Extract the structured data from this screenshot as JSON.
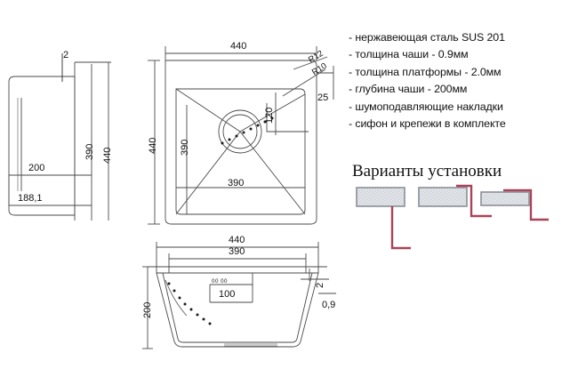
{
  "document": {
    "kind": "technical-drawing",
    "subject": "kitchen-sink",
    "colors": {
      "line": "#4a4a4a",
      "text": "#111111",
      "accent_red": "#a8445a",
      "hatch_border": "#8a8f96",
      "hatch_fill": "#e8ebee"
    }
  },
  "specs": {
    "items": [
      "- нержавеющая сталь SUS 201",
      "- толщина чаши - 0.9мм",
      "- толщина платформы - 2.0мм",
      "- глубина чаши - 200мм",
      "- шумоподавляющие накладки",
      "- сифон и крепежи в комплекте"
    ]
  },
  "variants": {
    "title": "Варианты установки",
    "blocks": [
      {
        "name": "undermount"
      },
      {
        "name": "flushmount"
      },
      {
        "name": "topmount"
      }
    ]
  },
  "side_view": {
    "dims": {
      "thickness_top": "2",
      "inner_height": "390",
      "outer_height": "440",
      "depth": "200",
      "base_width": "188,1"
    }
  },
  "plan_view": {
    "dims": {
      "width_outer": "440",
      "height_outer": "440",
      "width_inner": "390",
      "height_inner": "390",
      "radius_outer": "R12",
      "radius_inner": "R10",
      "edge_offset": "25",
      "drain_offset": "120"
    }
  },
  "front_view": {
    "dims": {
      "width_outer": "440",
      "width_inner": "390",
      "depth": "200",
      "platform_thickness": "2",
      "bowl_thickness": "0,9",
      "drain_width": "100",
      "drain_tiny": "00 00"
    }
  }
}
